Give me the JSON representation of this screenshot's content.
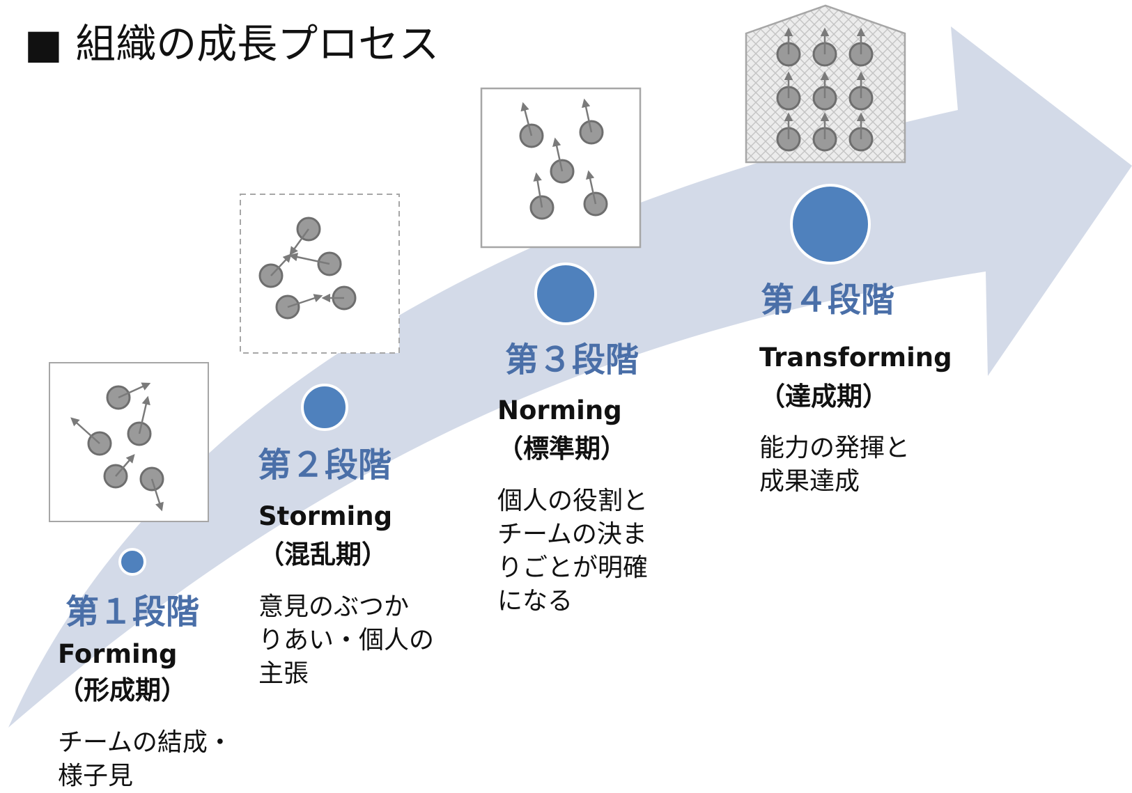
{
  "title": "■ 組織の成長プロセス",
  "colors": {
    "arrow": "#d3dae8",
    "dot": "#4f81bd",
    "dot_border": "#ffffff",
    "member": "#9a9a9a",
    "member_border": "#6e6e6e",
    "label": "#4a6fa8",
    "box_border": "#a6a6a6",
    "text": "#111111"
  },
  "stages": [
    {
      "label": "第１段階",
      "name_en": "Forming",
      "name_ja": "（形成期）",
      "description": "チームの結成・\n様子見",
      "icon": "scattered-members-icon"
    },
    {
      "label": "第２段階",
      "name_en": "Storming",
      "name_ja": "（混乱期）",
      "description": "意見のぶつか\nりあい・個人の\n主張",
      "icon": "conflicting-members-icon"
    },
    {
      "label": "第３段階",
      "name_en": "Norming",
      "name_ja": "（標準期）",
      "description": "個人の役割と\nチームの決ま\nりごとが明確\nになる",
      "icon": "aligning-members-icon"
    },
    {
      "label": "第４段階",
      "name_en": "Transforming",
      "name_ja": "（達成期）",
      "description": "能力の発揮と\n成果達成",
      "icon": "unified-team-house-icon"
    }
  ]
}
